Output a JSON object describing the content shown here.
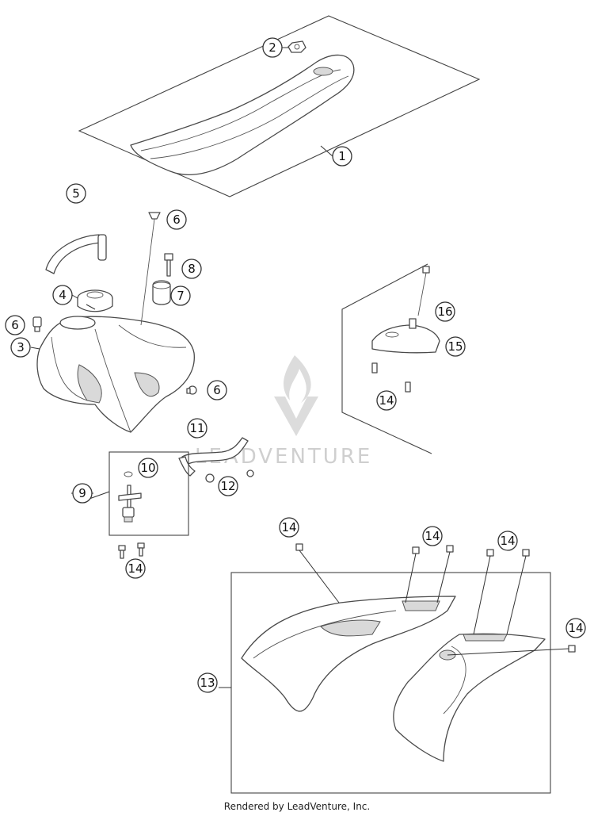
{
  "diagram": {
    "callouts": [
      "1",
      "2",
      "3",
      "4",
      "5",
      "6",
      "6",
      "6",
      "7",
      "8",
      "9",
      "10",
      "11",
      "12",
      "13",
      "14",
      "14",
      "14",
      "14",
      "14",
      "14",
      "15",
      "16"
    ]
  },
  "watermark": {
    "text": "LEADVENTURE"
  },
  "footer": {
    "text": "Rendered by LeadVenture, Inc."
  }
}
